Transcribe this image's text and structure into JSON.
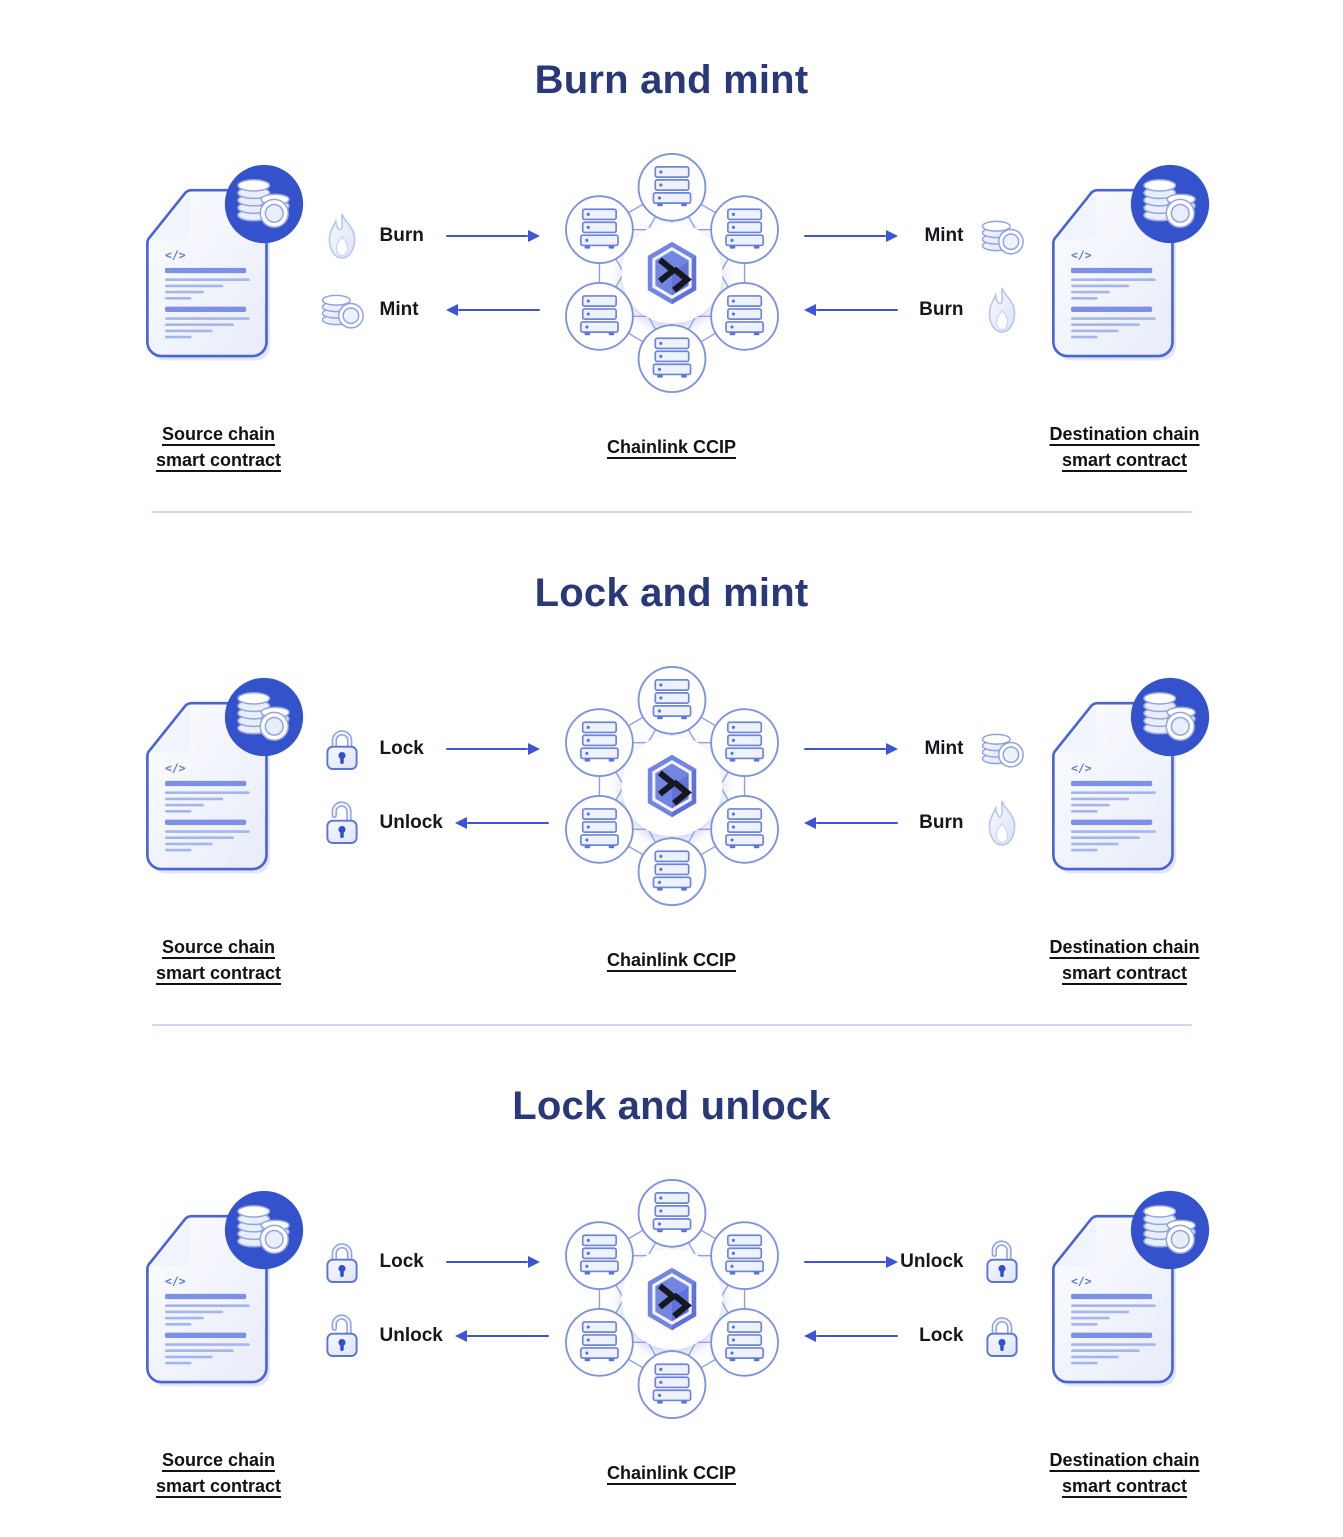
{
  "colors": {
    "background": "#ffffff",
    "title_navy": "#293879",
    "arrow_blue": "#3b55d6",
    "outline_blue": "#4a63d8",
    "network_line_blue": "#8da1e8",
    "badge_blue": "#3552cd",
    "light_fill_blue": "#e9eefb",
    "caption_black": "#101216",
    "divider_blue": "#ccd7f3"
  },
  "icons": {
    "flame": "flame-icon",
    "coins": "coins-icon",
    "lock": "lock-icon",
    "unlock": "unlock-icon",
    "contract": "contract-document-icon",
    "token_badge": "token-badge-icon",
    "network": "ccip-network-icon",
    "server": "server-node-icon"
  },
  "sections": [
    {
      "title": "Burn and mint",
      "source_label": [
        "Source chain",
        "smart contract"
      ],
      "center_label": "Chainlink CCIP",
      "destination_label": [
        "Destination chain",
        "smart contract"
      ],
      "left_flows": [
        {
          "icon": "flame-icon",
          "label": "Burn",
          "direction": "right"
        },
        {
          "icon": "coins-icon",
          "label": "Mint",
          "direction": "left"
        }
      ],
      "right_flows": [
        {
          "icon": "coins-icon",
          "label": "Mint",
          "direction": "right"
        },
        {
          "icon": "flame-icon",
          "label": "Burn",
          "direction": "left"
        }
      ]
    },
    {
      "title": "Lock and mint",
      "source_label": [
        "Source chain",
        "smart contract"
      ],
      "center_label": "Chainlink CCIP",
      "destination_label": [
        "Destination chain",
        "smart contract"
      ],
      "left_flows": [
        {
          "icon": "lock-icon",
          "label": "Lock",
          "direction": "right"
        },
        {
          "icon": "unlock-icon",
          "label": "Unlock",
          "direction": "left"
        }
      ],
      "right_flows": [
        {
          "icon": "coins-icon",
          "label": "Mint",
          "direction": "right"
        },
        {
          "icon": "flame-icon",
          "label": "Burn",
          "direction": "left"
        }
      ]
    },
    {
      "title": "Lock and unlock",
      "source_label": [
        "Source chain",
        "smart contract"
      ],
      "center_label": "Chainlink CCIP",
      "destination_label": [
        "Destination chain",
        "smart contract"
      ],
      "left_flows": [
        {
          "icon": "lock-icon",
          "label": "Lock",
          "direction": "right"
        },
        {
          "icon": "unlock-icon",
          "label": "Unlock",
          "direction": "left"
        }
      ],
      "right_flows": [
        {
          "icon": "unlock-icon",
          "label": "Unlock",
          "direction": "right"
        },
        {
          "icon": "lock-icon",
          "label": "Lock",
          "direction": "left"
        }
      ]
    }
  ]
}
